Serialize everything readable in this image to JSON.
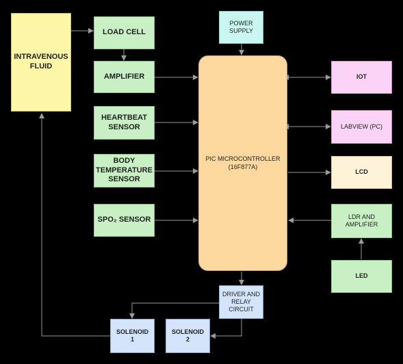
{
  "colors": {
    "background": "#000000",
    "sensor_block": "#c8f0c4",
    "fluid_block": "#fcf6a6",
    "power_block": "#c9f7f0",
    "controller_block": "#fdd9a0",
    "output_block": "#fbd3f6",
    "lcd_block": "#fef2d8",
    "driver_block": "#d4e4fb",
    "connector": "#9a9a9a"
  },
  "blocks": {
    "intravenous_fluid": "INTRAVENOUS FLUID",
    "load_cell": "LOAD CELL",
    "amplifier": "AMPLIFIER",
    "heartbeat_sensor": "HEARTBEAT SENSOR",
    "body_temperature_sensor": "BODY TEMPERATURE SENSOR",
    "spo2_sensor": "SPO₂ SENSOR",
    "power_supply": "POWER SUPPLY",
    "pic_microcontroller": "PIC MICROCONTROLLER",
    "pic_model": "(16F877A)",
    "iot": "IOT",
    "labview": "LABVIEW (PC)",
    "lcd": "LCD",
    "ldr_amplifier": "LDR AND AMPLIFIER",
    "led": "LED",
    "driver_relay": "DRIVER AND RELAY CIRCUIT",
    "solenoid_1": "SOLENOID 1",
    "solenoid_2": "SOLENOID 2"
  }
}
